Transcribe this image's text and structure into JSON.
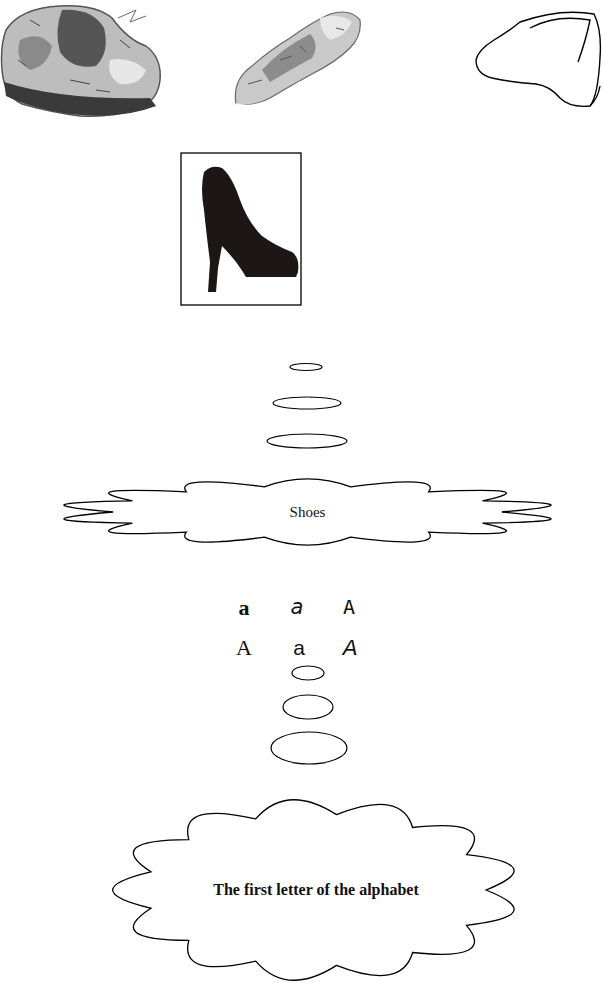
{
  "diagram": {
    "nodes": [
      {
        "text": [
          "Shoes"
        ]
      },
      {
        "text": [
          "The first letter of the alphabet"
        ]
      }
    ],
    "labels": [
      "a",
      "a",
      "A",
      "A",
      "a",
      "A"
    ]
  }
}
